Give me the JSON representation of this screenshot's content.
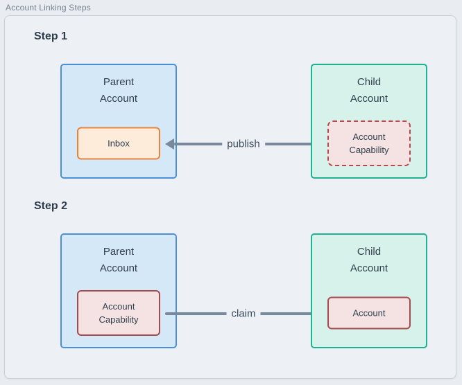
{
  "page_title": "Account Linking Steps",
  "steps": [
    {
      "heading": "Step 1",
      "parent_box": {
        "title": "Parent\nAccount",
        "inner_label": "Inbox"
      },
      "child_box": {
        "title": "Child\nAccount",
        "inner_label": "Account\nCapability"
      },
      "arrow_label": "publish",
      "arrow_direction": "left"
    },
    {
      "heading": "Step 2",
      "parent_box": {
        "title": "Parent\nAccount",
        "inner_label": "Account\nCapability"
      },
      "child_box": {
        "title": "Child\nAccount",
        "inner_label": "Account"
      },
      "arrow_label": "claim",
      "arrow_direction": "right"
    }
  ],
  "colors": {
    "page_bg": "#e9edf1",
    "frame_bg": "#edf1f5",
    "frame_border": "#c9d2da",
    "frame_label_text": "#74818f",
    "heading_text": "#2e3d4c",
    "box_text": "#2f3e4d",
    "parent_fill": "#d5e8f8",
    "parent_border": "#4a90d9",
    "child_fill": "#d7f2ea",
    "child_border": "#20b193",
    "inbox_fill": "#fcecd9",
    "inbox_border": "#e8833d",
    "capability_fill": "#f5e3e3",
    "capability_border_dashed": "#b2494d",
    "capability_border_solid": "#a64a4e",
    "arrow": "#78899b",
    "arrow_label_text": "#3b4b5b"
  }
}
